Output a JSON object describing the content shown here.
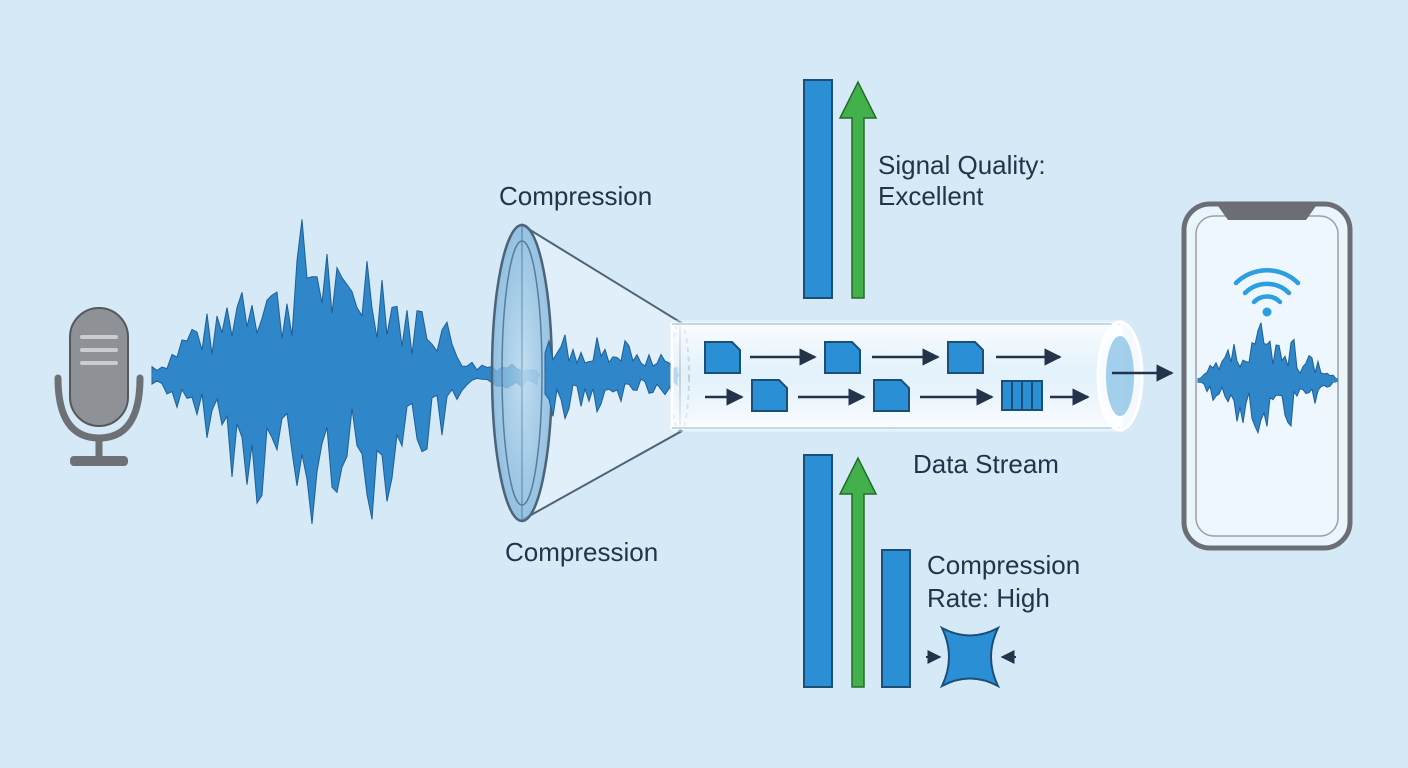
{
  "labels": {
    "compression_top": "Compression",
    "compression_bottom": "Compression",
    "signal_quality_line1": "Signal Quality:",
    "signal_quality_line2": "Excellent",
    "data_stream": "Data Stream",
    "compression_rate_line1": "Compression",
    "compression_rate_line2": "Rate: High"
  },
  "icons": [
    "microphone-icon",
    "compression-funnel-icon",
    "data-packet-icon",
    "data-buffer-icon",
    "wifi-icon",
    "smartphone-icon",
    "compress-square-icon"
  ],
  "colors": {
    "background": "#d5e9f6",
    "waveform": "#2f86c9",
    "bar": "#2b8fd6",
    "up_arrow": "#43b14b",
    "outline": "#23344a",
    "phone_frame": "#6b6f75",
    "mic": "#8e9297"
  }
}
